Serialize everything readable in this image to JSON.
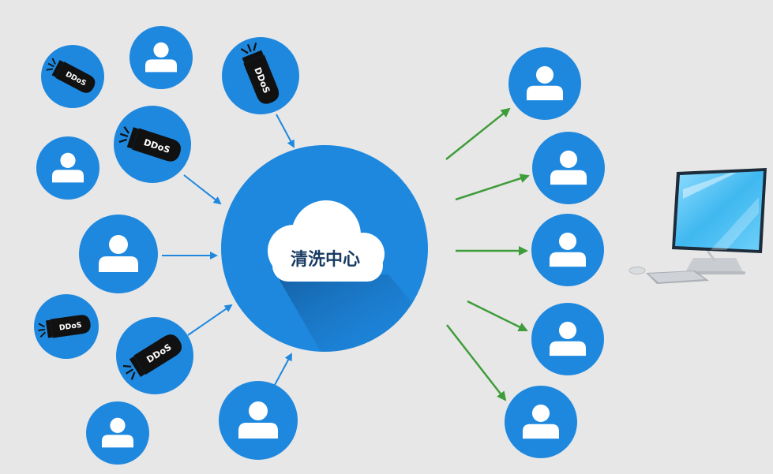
{
  "center": {
    "label": "清洗中心",
    "color": "#1e88df",
    "text_color": "#183b63"
  },
  "colors": {
    "background": "#e7e7e7",
    "node_blue": "#1e88df",
    "inbound_arrow": "#1e88df",
    "outbound_arrow": "#3f9c3a",
    "ddos_body": "#111111"
  },
  "icons": {
    "user": "user-icon",
    "ddos": "ddos-bomb-icon",
    "computer": "desktop-computer-icon",
    "cloud": "cloud-icon"
  },
  "ddos_label": "DDoS",
  "inbound_nodes": [
    {
      "kind": "ddos"
    },
    {
      "kind": "user"
    },
    {
      "kind": "ddos"
    },
    {
      "kind": "user"
    },
    {
      "kind": "ddos"
    },
    {
      "kind": "user"
    },
    {
      "kind": "ddos"
    },
    {
      "kind": "ddos"
    },
    {
      "kind": "user"
    },
    {
      "kind": "user"
    }
  ],
  "outbound_nodes": [
    {
      "kind": "user"
    },
    {
      "kind": "user"
    },
    {
      "kind": "user"
    },
    {
      "kind": "user"
    },
    {
      "kind": "user"
    }
  ]
}
